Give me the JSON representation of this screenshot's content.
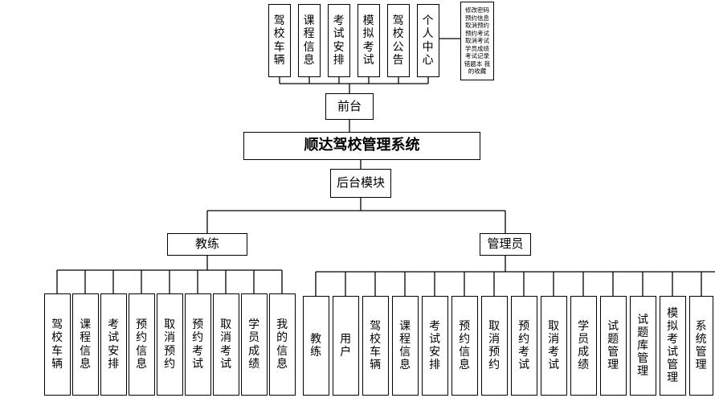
{
  "system_title": "顺达驾校管理系统",
  "frontend": {
    "label": "前台",
    "modules": [
      "驾校车辆",
      "课程信息",
      "考试安排",
      "模拟考试",
      "驾校公告",
      "个人中心"
    ],
    "personal_center_items": "修改密码 预约信息 取消预约 预约考试 取消考试 学员成绩 考试记录 错题本 我的收藏"
  },
  "backend": {
    "label": "后台模块",
    "roles": [
      {
        "label": "教练",
        "modules": [
          "驾校车辆",
          "课程信息",
          "考试安排",
          "预约信息",
          "取消预约",
          "预约考试",
          "取消考试",
          "学员成绩",
          "我的信息"
        ]
      },
      {
        "label": "管理员",
        "modules": [
          "教练",
          "用户",
          "驾校车辆",
          "课程信息",
          "考试安排",
          "预约信息",
          "取消预约",
          "预约考试",
          "取消考试",
          "学员成绩",
          "试题管理",
          "试题库管理",
          "模拟考试管理",
          "系统管理"
        ]
      }
    ]
  }
}
